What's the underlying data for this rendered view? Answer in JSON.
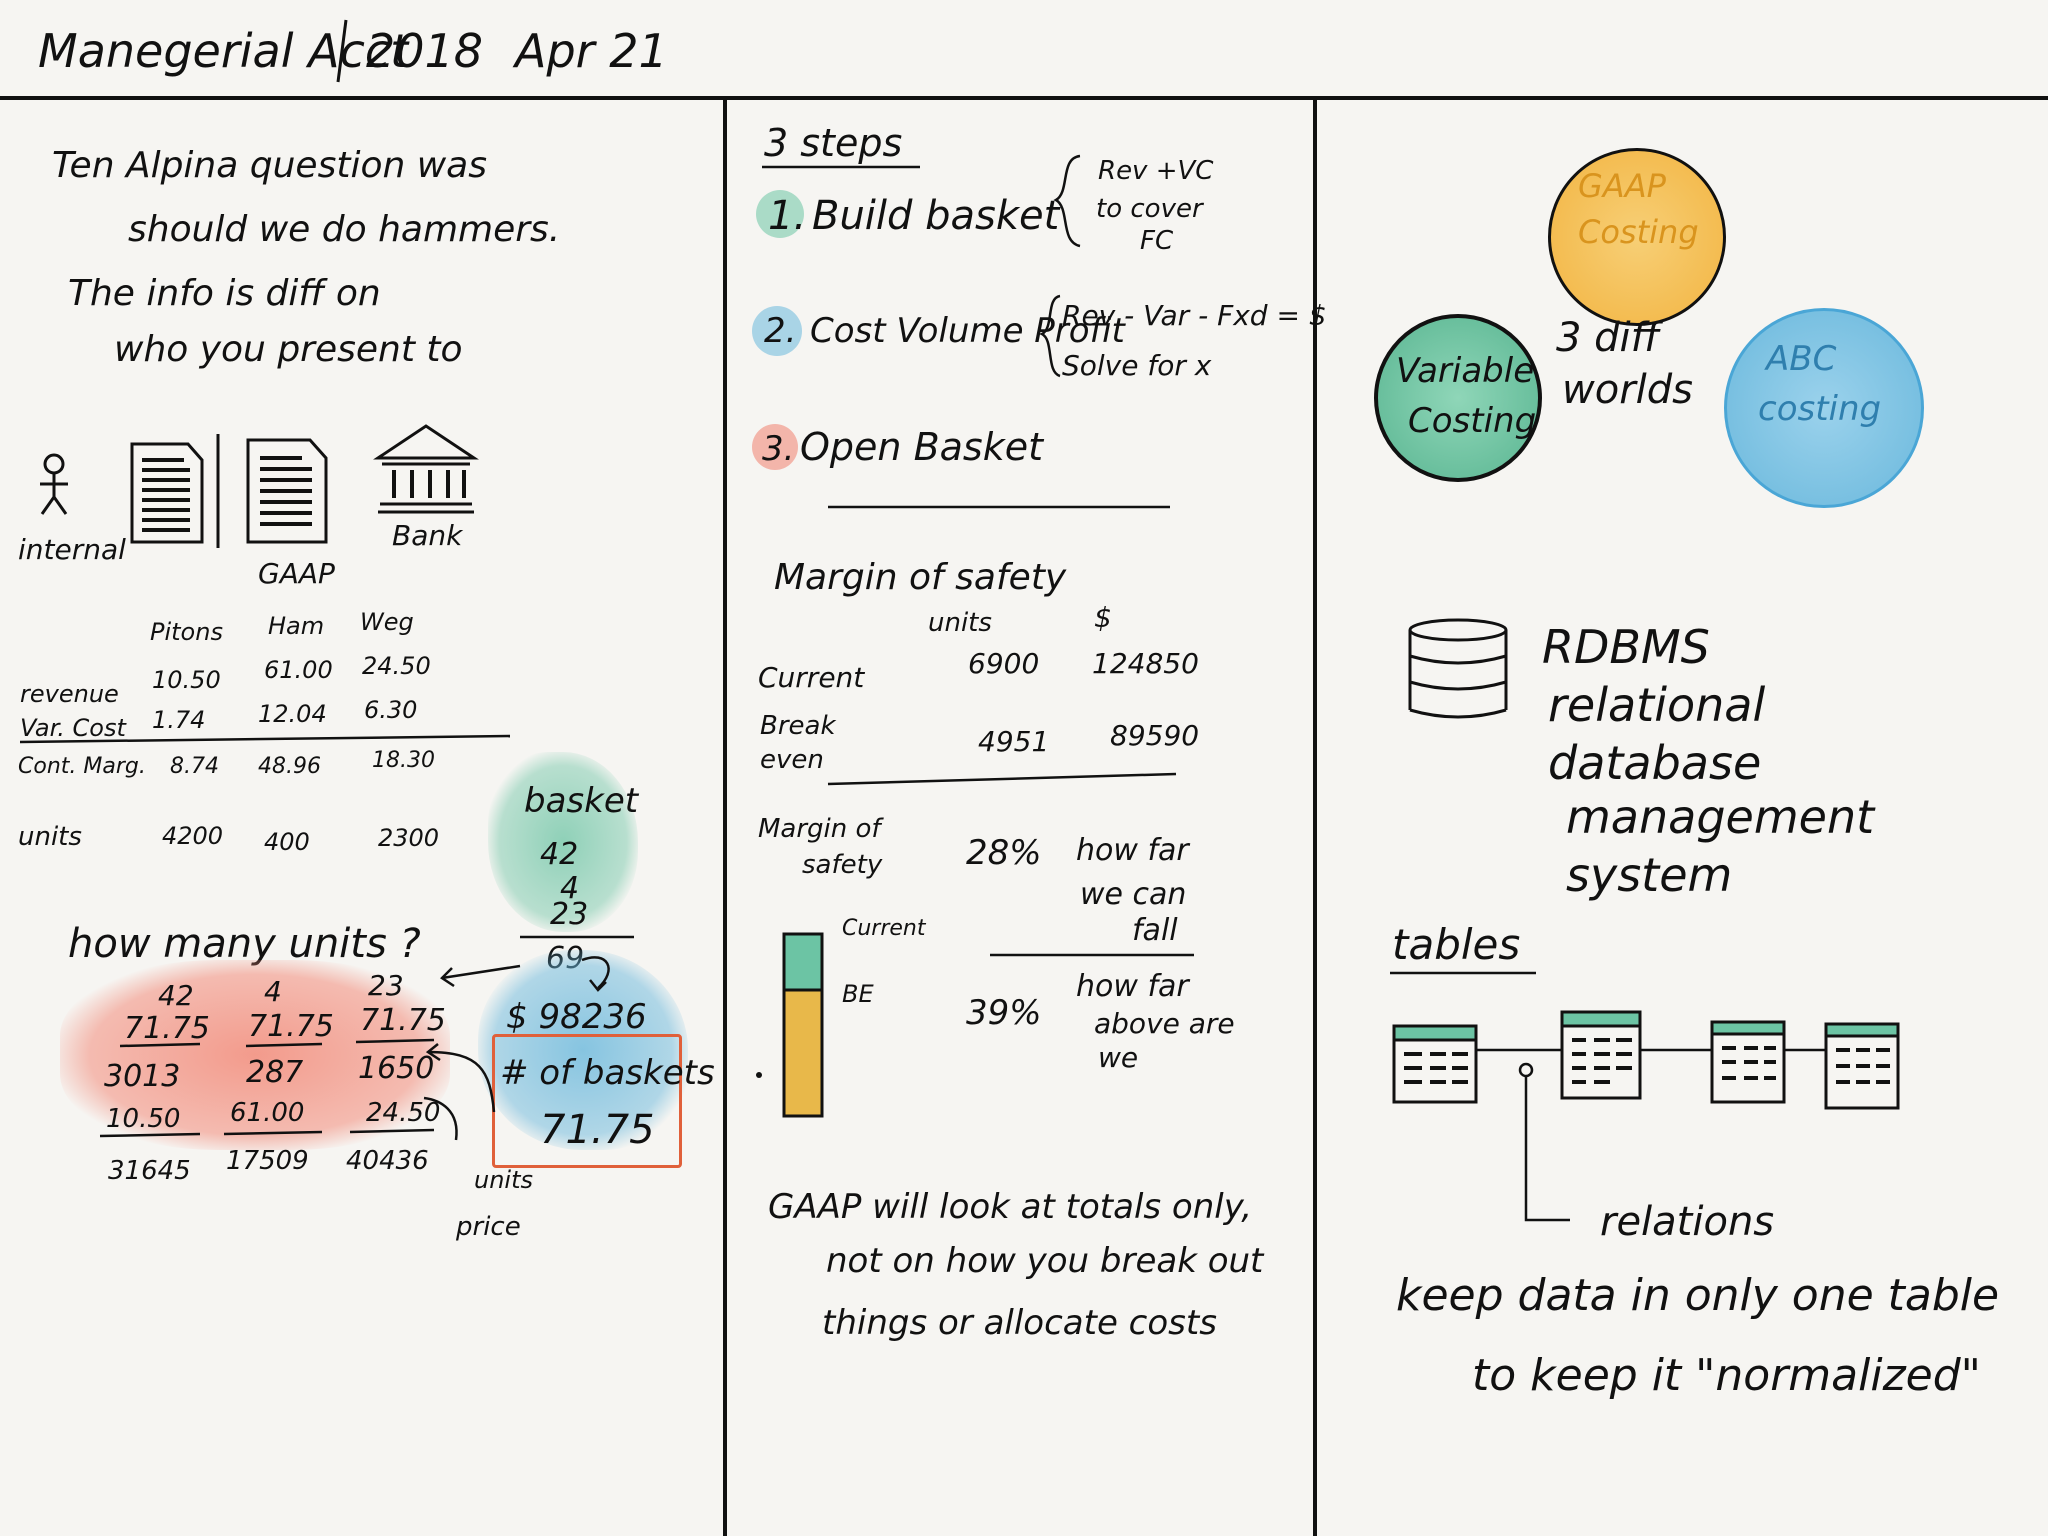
{
  "header": {
    "title": "Manegerial Acct",
    "year": "2018",
    "date": "Apr 21"
  },
  "left": {
    "intro": [
      "Ten Alpina question was",
      "should we do hammers.",
      "The info is diff on",
      "who you present to"
    ],
    "audience": {
      "internal": "internal",
      "gaap": "GAAP",
      "bank": "Bank"
    },
    "table": {
      "columns": [
        "Pitons",
        "Ham",
        "Weg"
      ],
      "rows": [
        {
          "label": "revenue",
          "values": [
            "10.50",
            "61.00",
            "24.50"
          ]
        },
        {
          "label": "Var. Cost",
          "values": [
            "1.74",
            "12.04",
            "6.30"
          ]
        },
        {
          "label": "Cont. Marg.",
          "values": [
            "8.74",
            "48.96",
            "18.30"
          ]
        },
        {
          "label": "units",
          "values": [
            "4200",
            "400",
            "2300"
          ]
        }
      ]
    },
    "basket": {
      "title": "basket",
      "items": [
        "42",
        "4",
        "23"
      ],
      "total": "69"
    },
    "how_many": "how many units ?",
    "calc": [
      {
        "a": "42",
        "b": "71.75",
        "c": "3013",
        "d": "10.50",
        "e": "31645"
      },
      {
        "a": "4",
        "b": "71.75",
        "c": "287",
        "d": "61.00",
        "e": "17509"
      },
      {
        "a": "23",
        "b": "71.75",
        "c": "1650",
        "d": "24.50",
        "e": "40436"
      }
    ],
    "fixed_cost": "$ 98236",
    "baskets_label": "# of baskets",
    "baskets_value": "71.75",
    "units_price": [
      "units",
      "price"
    ]
  },
  "middle": {
    "steps_title": "3 steps",
    "steps": [
      {
        "num": "1.",
        "text": "Build basket"
      },
      {
        "num": "2.",
        "text": "Cost Volume Profit"
      },
      {
        "num": "3.",
        "text": "Open Basket"
      }
    ],
    "step1_note": [
      "Rev +VC",
      "to cover",
      "FC"
    ],
    "step2_note": [
      "Rev - Var - Fxd = $",
      "Solve for x"
    ],
    "mos_title": "Margin of safety",
    "mos_cols": [
      "units",
      "$"
    ],
    "mos_rows": [
      {
        "label": "Current",
        "units": "6900",
        "dollars": "124850"
      },
      {
        "label": "Break even",
        "units": "4951",
        "dollars": "89590"
      }
    ],
    "mos_label": [
      "Margin of",
      "safety"
    ],
    "mos_pct1": "28%",
    "mos_note1": [
      "how far",
      "we can",
      "fall"
    ],
    "mos_pct2": "39%",
    "mos_note2": [
      "how far",
      "above are",
      "we"
    ],
    "bar_current": "Current",
    "bar_be": "BE",
    "gaap_note": [
      "GAAP will look at totals only,",
      "not on how you break out",
      "things or allocate costs"
    ]
  },
  "right": {
    "circles": {
      "gaap": [
        "GAAP",
        "Costing"
      ],
      "variable": [
        "Variable",
        "Costing"
      ],
      "abc": [
        "ABC",
        "costing"
      ]
    },
    "worlds": [
      "3 diff",
      "worlds"
    ],
    "rdbms": [
      "RDBMS",
      "relational",
      "database",
      "management",
      "system"
    ],
    "tables": "tables",
    "relations": "relations",
    "footer": [
      "keep data in only one table",
      "to keep it \"normalized\""
    ]
  },
  "colors": {
    "teal": "#6cc4a4",
    "red": "#f28b7a",
    "blue": "#6ab8dc",
    "orange": "#f2b441",
    "gold": "#e8b84a",
    "box": "#e0603a"
  }
}
